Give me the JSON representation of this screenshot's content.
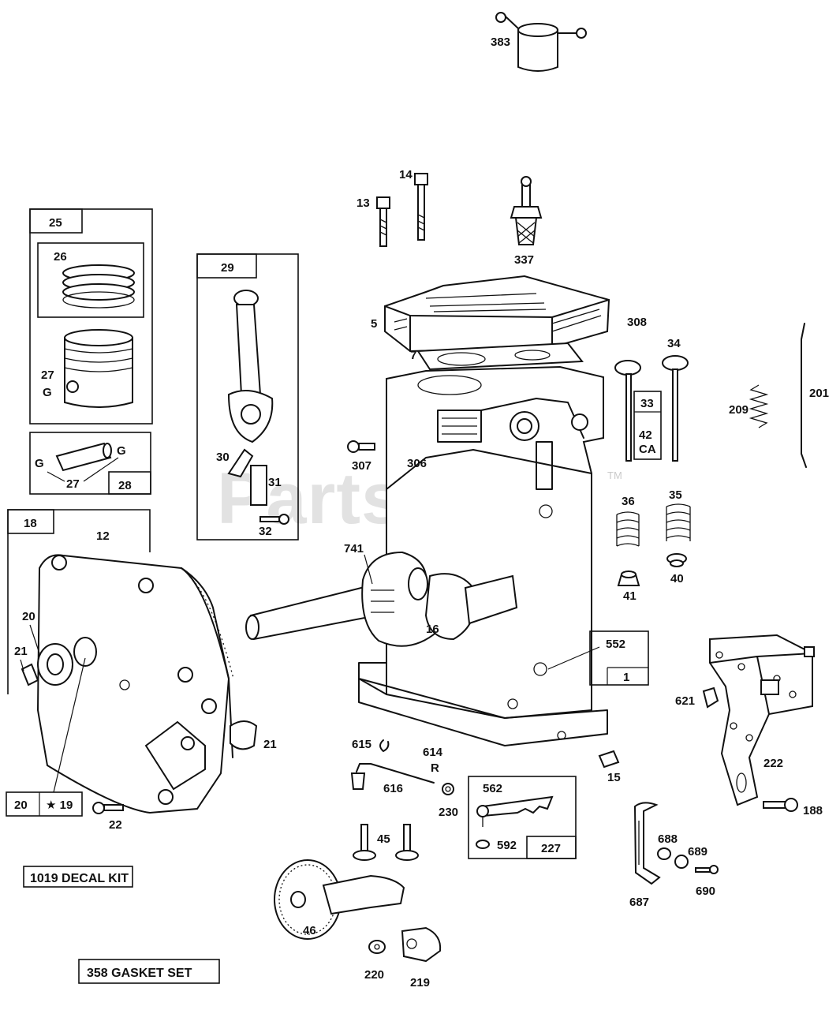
{
  "watermark": {
    "text": "PartsTree",
    "tm": "TM"
  },
  "colors": {
    "ink": "#111111",
    "background": "#ffffff",
    "watermark": "#969696"
  },
  "labels": {
    "l383": "383",
    "l13": "13",
    "l14": "14",
    "l337": "337",
    "l5": "5",
    "l308": "308",
    "l7": "7",
    "l34": "34",
    "l33": "33",
    "l42": "42",
    "l42b": "CA",
    "l209": "209",
    "l201": "201",
    "l307": "307",
    "l306": "306",
    "l36": "36",
    "l35": "35",
    "l741": "741",
    "l41": "41",
    "l40": "40",
    "l16": "16",
    "l552": "552",
    "l1": "1",
    "l621": "621",
    "l222": "222",
    "l188": "188",
    "l25": "25",
    "l26": "26",
    "l27a": "27",
    "l27g": "G",
    "l28": "28",
    "l27b": "27",
    "l28g1": "G",
    "l28g2": "G",
    "l29": "29",
    "l30": "30",
    "l31": "31",
    "l32": "32",
    "l18": "18",
    "l12": "12",
    "l20": "20",
    "l21": "21",
    "l21b": "21",
    "l20box": "20",
    "l19box": "★ 19",
    "l22": "22",
    "l615": "615",
    "l614": "614",
    "l614r": "R",
    "l616": "616",
    "l230": "230",
    "l15": "15",
    "l562": "562",
    "l592": "592",
    "l227": "227",
    "l45": "45",
    "l46": "46",
    "l220": "220",
    "l219": "219",
    "l688": "688",
    "l689": "689",
    "l690": "690",
    "l687": "687"
  },
  "kits": {
    "decal": "1019 DECAL KIT",
    "gasket": "358  GASKET SET"
  }
}
